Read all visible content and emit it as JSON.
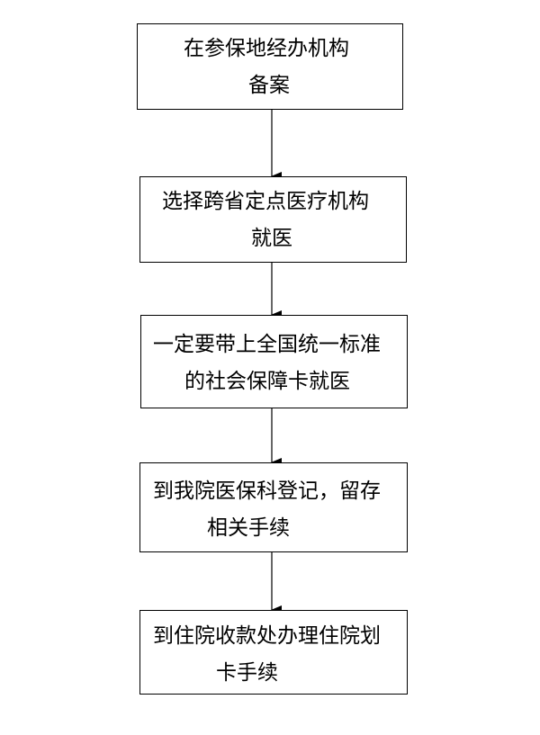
{
  "flowchart": {
    "steps": [
      {
        "lines": [
          "在参保地经办机构",
          "备案"
        ]
      },
      {
        "lines": [
          "选择跨省定点医疗机构",
          "就医"
        ]
      },
      {
        "lines": [
          "一定要带上全国统一标准",
          "的社会保障卡就医"
        ]
      },
      {
        "lines": [
          "到我院医保科登记，留存",
          "相关手续"
        ]
      },
      {
        "lines": [
          "到住院收款处办理住院划",
          "卡手续"
        ]
      }
    ]
  }
}
